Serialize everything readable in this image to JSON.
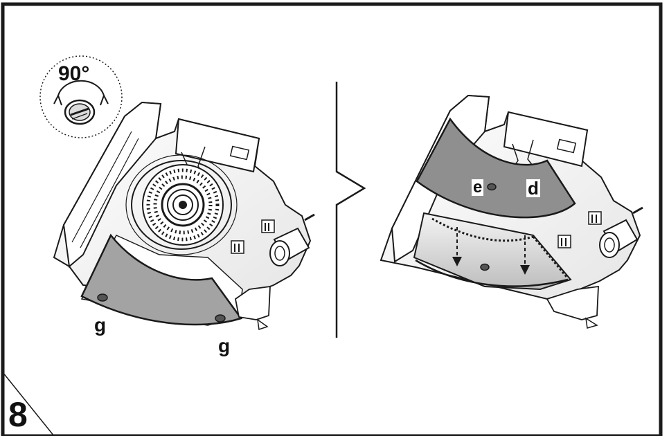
{
  "figure": {
    "step_number": "8",
    "rotation_label": "90°",
    "left_panel": {
      "labels": {
        "screw_a": "g",
        "screw_b": "g"
      }
    },
    "right_panel": {
      "labels": {
        "part_e": "e",
        "part_d": "d"
      }
    },
    "colors": {
      "outline": "#1a1a1a",
      "panel_fill": "#9a9a9a",
      "gradient_light": "#f2f2f2",
      "gradient_dark": "#bdbdbd",
      "background": "#ffffff"
    },
    "icons": [
      "rotate-90-icon",
      "fan-grille-icon",
      "motor-icon",
      "cable-connector-icon",
      "arrow-down-icon"
    ]
  }
}
